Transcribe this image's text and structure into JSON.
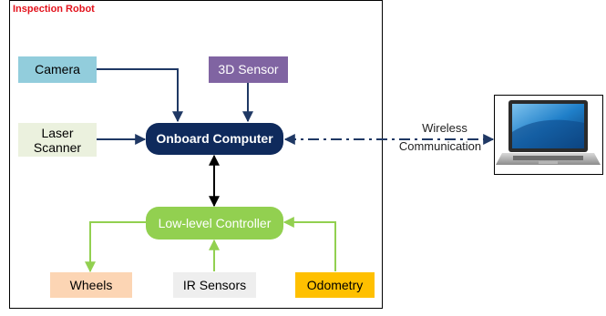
{
  "frame": {
    "title": "Inspection Robot"
  },
  "nodes": {
    "camera": "Camera",
    "sensor3d": "3D Sensor",
    "laser": "Laser\nScanner",
    "onboard": "Onboard Computer",
    "lowlevel": "Low-level Controller",
    "wheels": "Wheels",
    "ir": "IR Sensors",
    "odometry": "Odometry"
  },
  "link": {
    "wireless": "Wireless",
    "communication": "Communication"
  },
  "colors": {
    "camera": "#92cddc",
    "sensor3d": "#8064a2",
    "laser": "#ebf1de",
    "onboard": "#0f2a5c",
    "lowlevel": "#92d050",
    "wheels": "#fcd5b4",
    "ir": "#eeeeee",
    "odometry": "#ffc000",
    "dark_arrow": "#1f3864",
    "green_arrow": "#92d050",
    "frame_title": "#e3121c"
  },
  "icons": {
    "laptop": "laptop-icon"
  }
}
